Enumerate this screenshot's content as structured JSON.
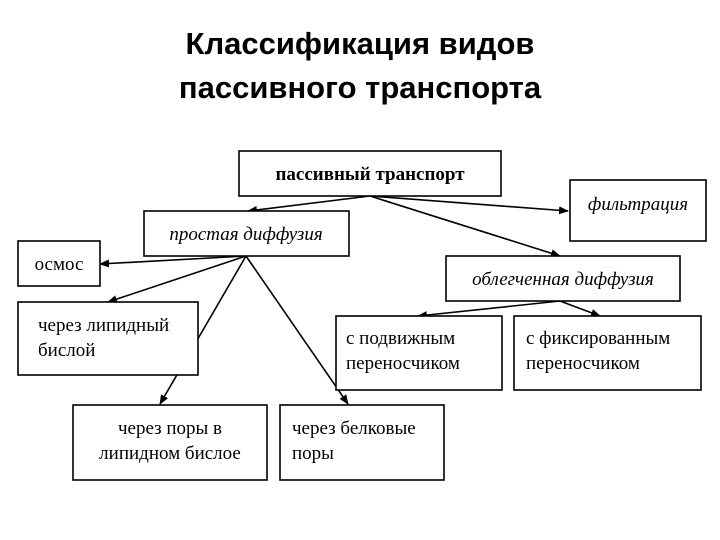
{
  "title": {
    "line1": "Классификация видов",
    "line2": "пассивного транспорта"
  },
  "diagram": {
    "root": "пассивный транспорт",
    "simple_diffusion": "простая диффузия",
    "filtration": "фильтрация",
    "facilitated_diffusion": "облегченная диффузия",
    "osmosis": "осмос",
    "lipid_bilayer": [
      "через липидный",
      "бислой"
    ],
    "pores_lipid": [
      "через поры в",
      "липидном бислое"
    ],
    "protein_pores": [
      "через белковые",
      "поры"
    ],
    "mobile_carrier": [
      "с подвижным",
      "переносчиком"
    ],
    "fixed_carrier": [
      "с фиксированным",
      "переносчиком"
    ]
  }
}
